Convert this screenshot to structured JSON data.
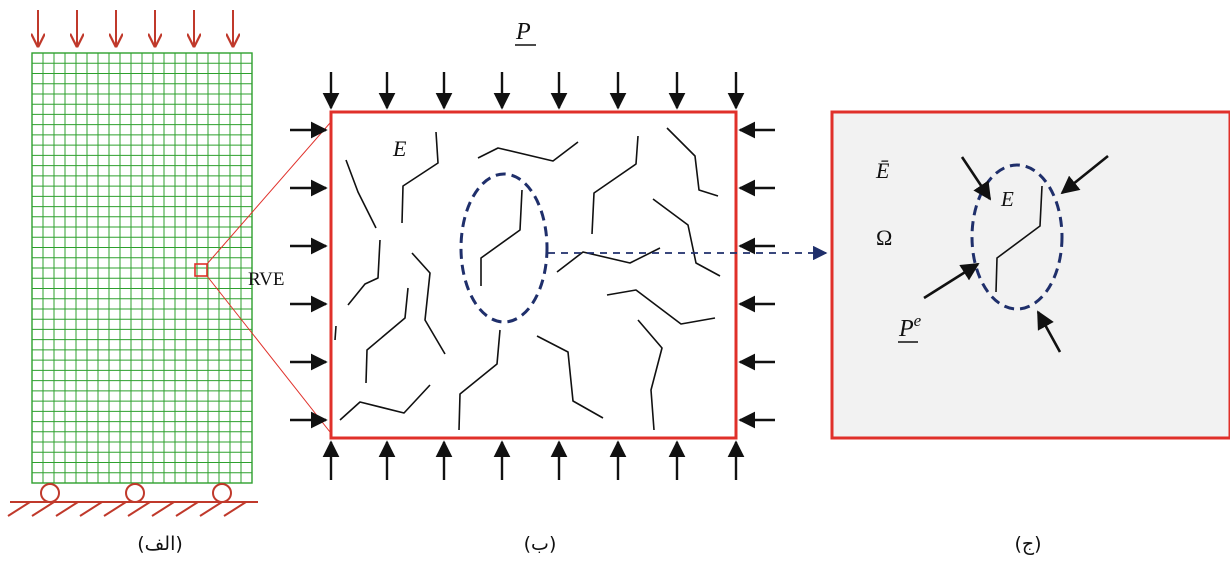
{
  "panel_a": {
    "caption": "(الف)",
    "rve_label": "RVE"
  },
  "panel_b": {
    "caption": "(ب)",
    "load_label": "P",
    "material_label": "E"
  },
  "panel_c": {
    "caption": "(ج)",
    "effective_label": "Ē",
    "domain_label": "Ω",
    "inclusion_label": "E",
    "local_load_label": "P",
    "local_load_superscript": "e"
  },
  "colors": {
    "mesh": "#2ea02e",
    "load_arrow_red": "#c0392b",
    "rve_border": "#e0302a",
    "inclusion_dash": "#1f2f6b",
    "panel_c_fill": "#f2f2f2",
    "crack": "#111111"
  },
  "icons": {
    "support": "roller-support-icon",
    "ground": "hatched-ground-icon"
  }
}
